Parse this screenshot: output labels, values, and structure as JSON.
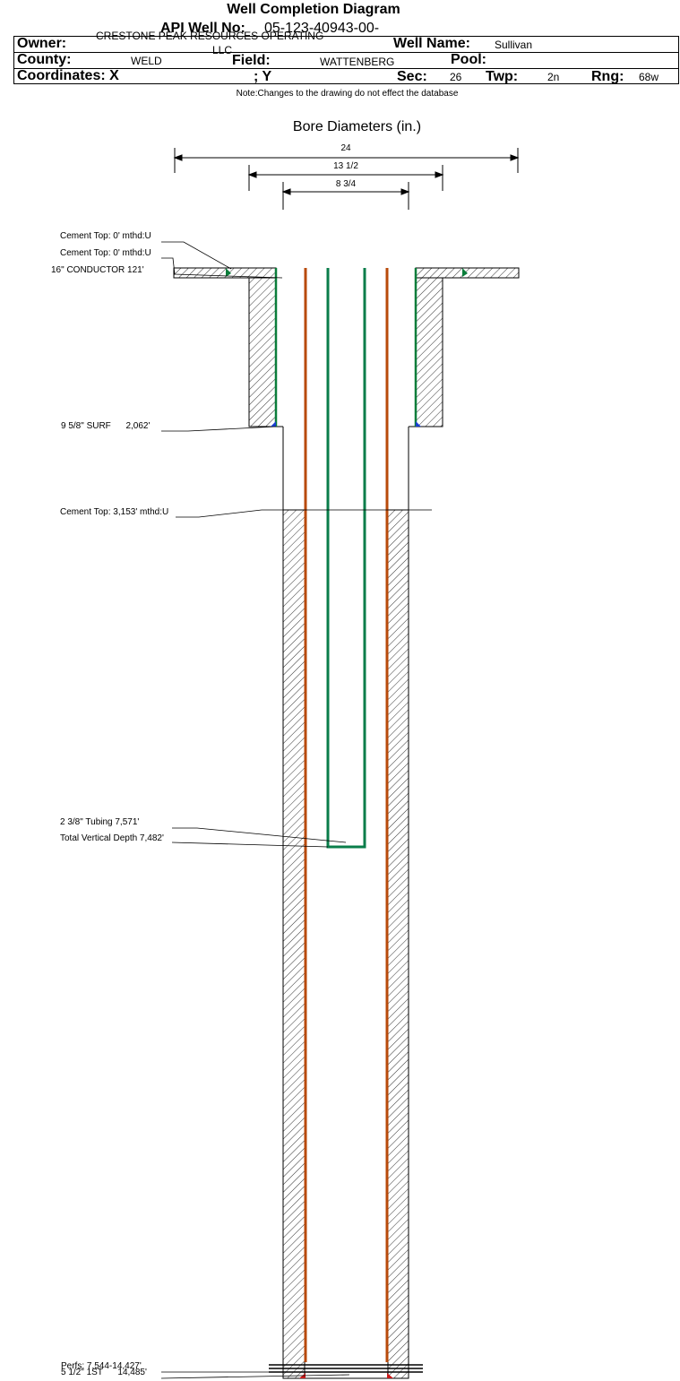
{
  "title": "Well Completion Diagram",
  "header": {
    "api_label": "API Well No:",
    "api_value": "05-123-40943-00-",
    "owner_label": "Owner:",
    "owner_value": "CRESTONE PEAK RESOURCES OPERATING",
    "owner_value_2": "LLC",
    "well_name_label": "Well Name:",
    "well_name_value": "Sullivan",
    "county_label": "County:",
    "county_value": "WELD",
    "field_label": "Field:",
    "field_value": "WATTENBERG",
    "pool_label": "Pool:",
    "pool_value": "",
    "coords_label": "Coordinates: X",
    "coords_y_label": "; Y",
    "sec_label": "Sec:",
    "sec_value": "26",
    "twp_label": "Twp:",
    "twp_value": "2n",
    "rng_label": "Rng:",
    "rng_value": "68w"
  },
  "note": "Note:Changes to the drawing do not effect the database",
  "bore": {
    "title": "Bore Diameters (in.)",
    "dims": [
      "24",
      "13 1/2",
      "8 3/4"
    ]
  },
  "annotations": {
    "cement_top_1": "Cement Top: 0' mthd:U",
    "cement_top_2": "Cement Top: 0' mthd:U",
    "conductor": "16\" CONDUCTOR  121'",
    "surf": "9 5/8\" SURF      2,062'",
    "cement_top_3": "Cement Top: 3,153' mthd:U",
    "tubing": "2 3/8\" Tubing 7,571'",
    "tvd": "Total Vertical Depth 7,482'",
    "perfs": "Perfs: 7,544-14,427'",
    "prod": "5 1/2\" 1ST      14,485'"
  },
  "colors": {
    "surface_casing": "#0a7d3a",
    "production_casing": "#b84a0a",
    "tubing": "#0a7d4a",
    "cement_marker_green": "#0a7d3a",
    "cement_marker_blue": "#1a3fd1",
    "cement_marker_red": "#cc1a1a"
  }
}
